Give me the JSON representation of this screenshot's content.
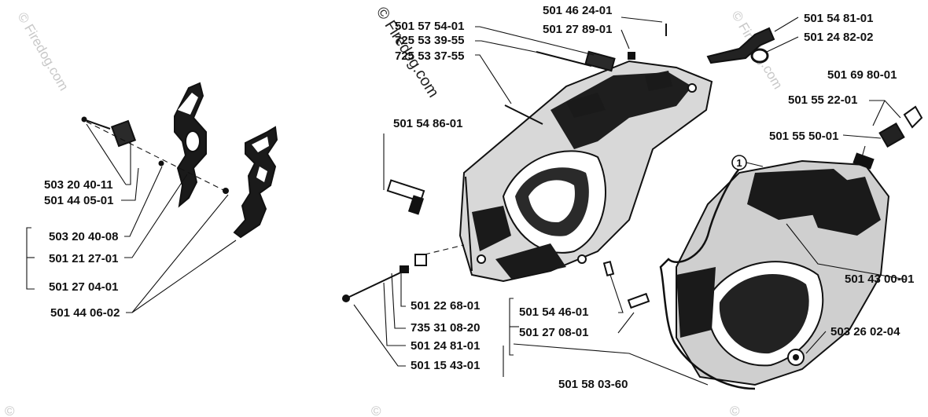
{
  "watermarks": {
    "main": "© Firedog.com",
    "faint": "© Firedog.com",
    "corner": "©"
  },
  "callout_symbol": "1",
  "part_numbers": {
    "p_503_20_40_11": "503 20 40-11",
    "p_501_44_05_01": "501 44 05-01",
    "p_503_20_40_08": "503 20 40-08",
    "p_501_21_27_01": "501 21 27-01",
    "p_501_27_04_01": "501 27 04-01",
    "p_501_44_06_02": "501 44 06-02",
    "p_501_57_54_01": "501 57 54-01",
    "p_725_53_39_55": "725 53 39-55",
    "p_725_53_37_55": "725 53 37-55",
    "p_501_46_24_01": "501 46 24-01",
    "p_501_27_89_01": "501 27 89-01",
    "p_501_54_81_01": "501 54 81-01",
    "p_501_24_82_02": "501 24 82-02",
    "p_501_69_80_01": "501 69 80-01",
    "p_501_55_22_01": "501 55 22-01",
    "p_501_55_50_01": "501 55 50-01",
    "p_501_54_86_01": "501 54 86-01",
    "p_501_43_00_01": "501 43 00-01",
    "p_503_26_02_04": "503 26 02-04",
    "p_501_22_68_01": "501 22 68-01",
    "p_735_31_08_20": "735 31 08-20",
    "p_501_24_81_01": "501 24 81-01",
    "p_501_15_43_01": "501 15 43-01",
    "p_501_54_46_01": "501 54 46-01",
    "p_501_27_08_01": "501 27 08-01",
    "p_501_58_03_60": "501 58 03-60"
  }
}
